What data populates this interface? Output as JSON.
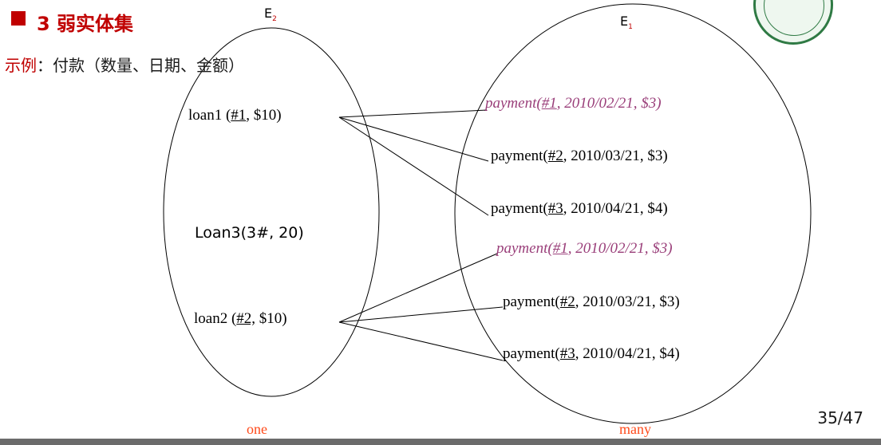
{
  "title": {
    "text": "3  弱实体集"
  },
  "example": {
    "keyword": "示例",
    "rest": "：付款（数量、日期、金额）"
  },
  "sets": {
    "e2_label": "E",
    "e2_sub": "2",
    "e1_label": "E",
    "e1_sub": "1",
    "left_caption": "one",
    "right_caption": "many"
  },
  "loans": [
    {
      "pre": "loan1 (",
      "key": "#1",
      "post": ",   $10)"
    },
    {
      "text": "Loan3(3#, 20)"
    },
    {
      "pre": "loan2 (",
      "key": "#2,",
      "post": "  $10)"
    }
  ],
  "payments": [
    {
      "pre": "payment(",
      "key": "#1",
      "post": ", 2010/02/21, $3)",
      "italic": true
    },
    {
      "pre": "payment(",
      "key": "#2",
      "post": ", 2010/03/21, $3)",
      "italic": false
    },
    {
      "pre": "payment(",
      "key": "#3",
      "post": ", 2010/04/21, $4)",
      "italic": false
    },
    {
      "pre": "payment(",
      "key": "#1",
      "post": ", 2010/02/21, $3)",
      "italic": true
    },
    {
      "pre": "payment(",
      "key": "#2",
      "post": ", 2010/03/21, $3)",
      "italic": false
    },
    {
      "pre": "payment(",
      "key": "#3",
      "post": ", 2010/04/21, $4)",
      "italic": false
    }
  ],
  "page_number": "35/47",
  "colors": {
    "accent_red": "#c00000",
    "italic_payment": "#9a3f7a",
    "caption_orange": "#ff4a1a"
  }
}
